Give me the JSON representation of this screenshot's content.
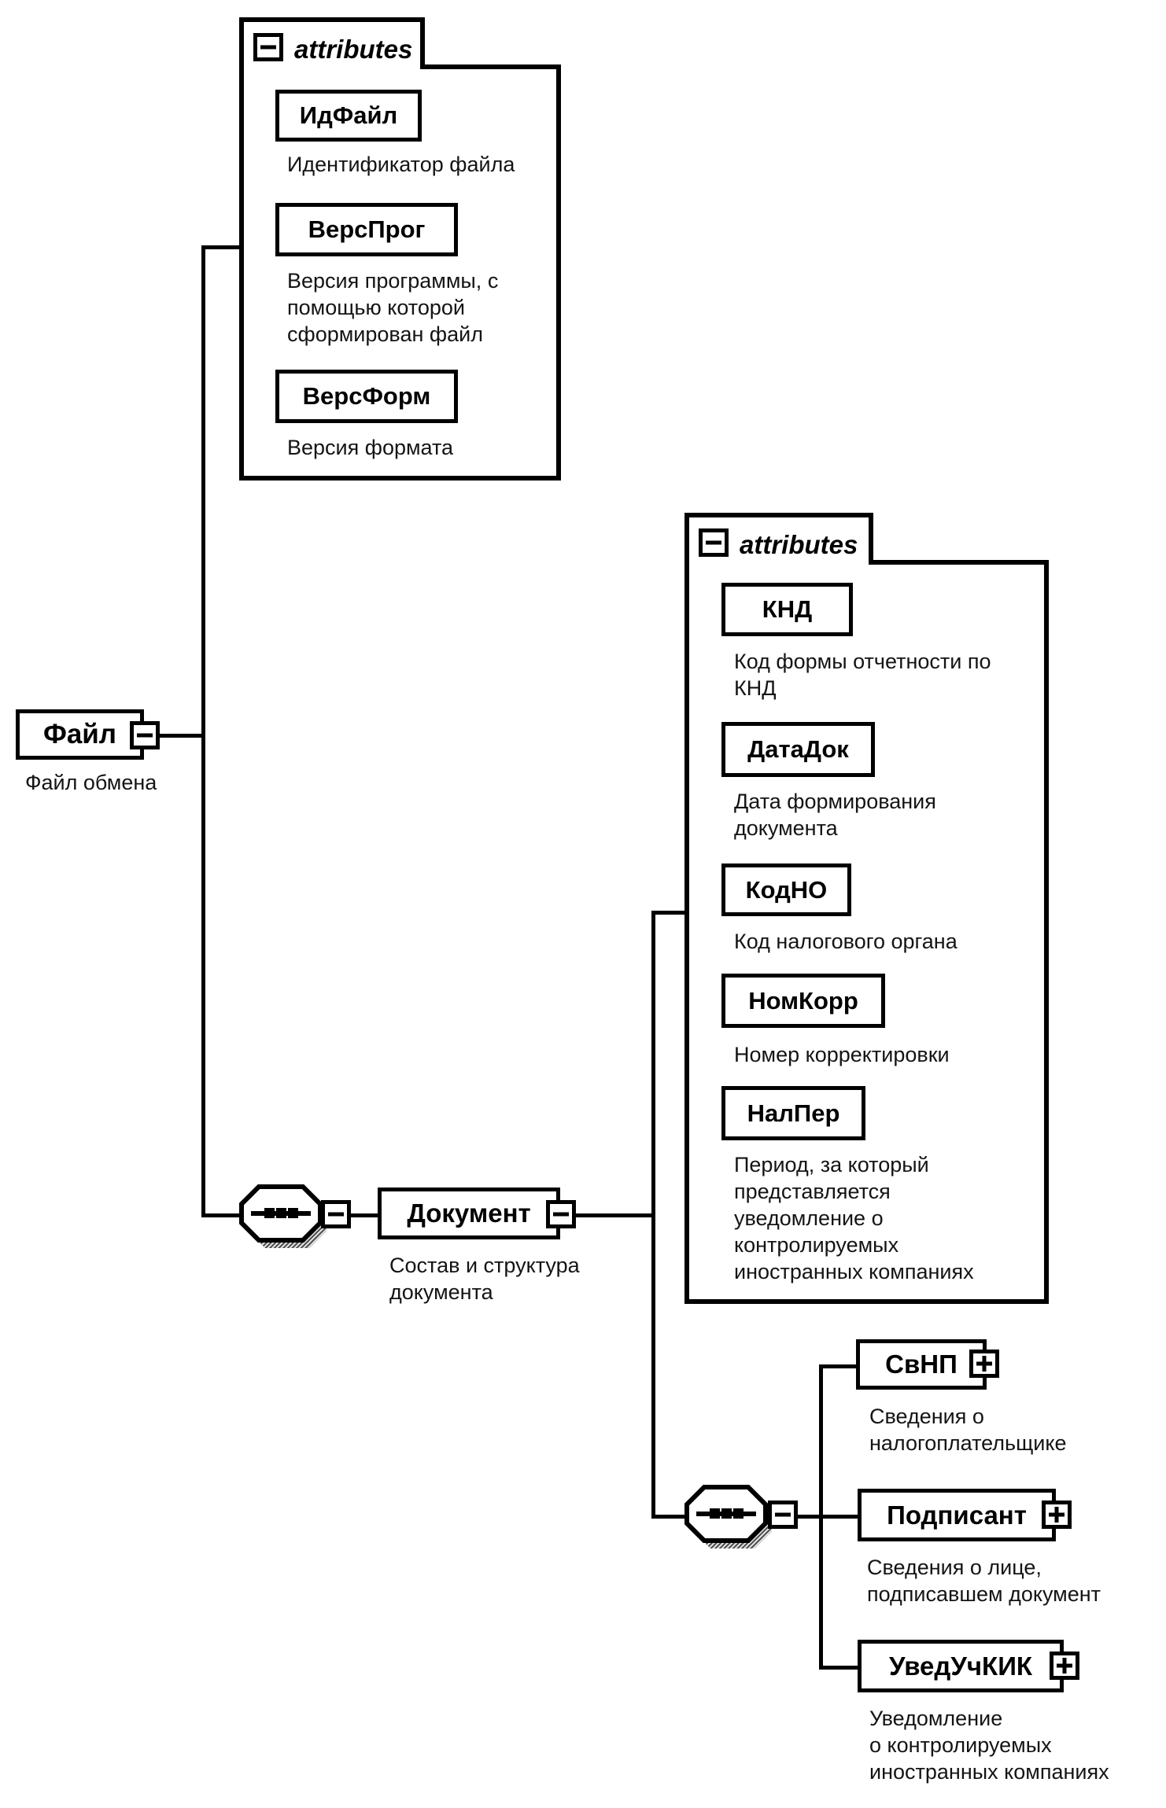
{
  "diagram": {
    "attributes_header": "attributes",
    "root": {
      "name": "Файл",
      "description": "Файл обмена"
    },
    "file_attributes": {
      "header": "attributes",
      "items": [
        {
          "name": "ИдФайл",
          "description": "Идентификатор файла"
        },
        {
          "name": "ВерсПрог",
          "description": "Версия программы, с\nпомощью которой\nсформирован файл"
        },
        {
          "name": "ВерсФорм",
          "description": "Версия формата"
        }
      ]
    },
    "document": {
      "name": "Документ",
      "description": "Состав и структура\nдокумента"
    },
    "document_attributes": {
      "header": "attributes",
      "items": [
        {
          "name": "КНД",
          "description": "Код формы отчетности по\nКНД"
        },
        {
          "name": "ДатаДок",
          "description": "Дата формирования\nдокумента"
        },
        {
          "name": "КодНО",
          "description": "Код налогового органа"
        },
        {
          "name": "НомКорр",
          "description": "Номер корректировки"
        },
        {
          "name": "НалПер",
          "description": "Период, за который\nпредставляется\nуведомление о\nконтролируемых\nиностранных компаниях"
        }
      ]
    },
    "children": [
      {
        "name": "СвНП",
        "description": "Сведения о\nналогоплательщике"
      },
      {
        "name": "Подписант",
        "description": "Сведения о лице,\nподписавшем документ"
      },
      {
        "name": "УведУчКИК",
        "description": "Уведомление\nо контролируемых\nиностранных компаниях"
      }
    ],
    "colors": {
      "line": "#000000",
      "background": "#ffffff",
      "shadow": "#4a4a4a"
    }
  }
}
